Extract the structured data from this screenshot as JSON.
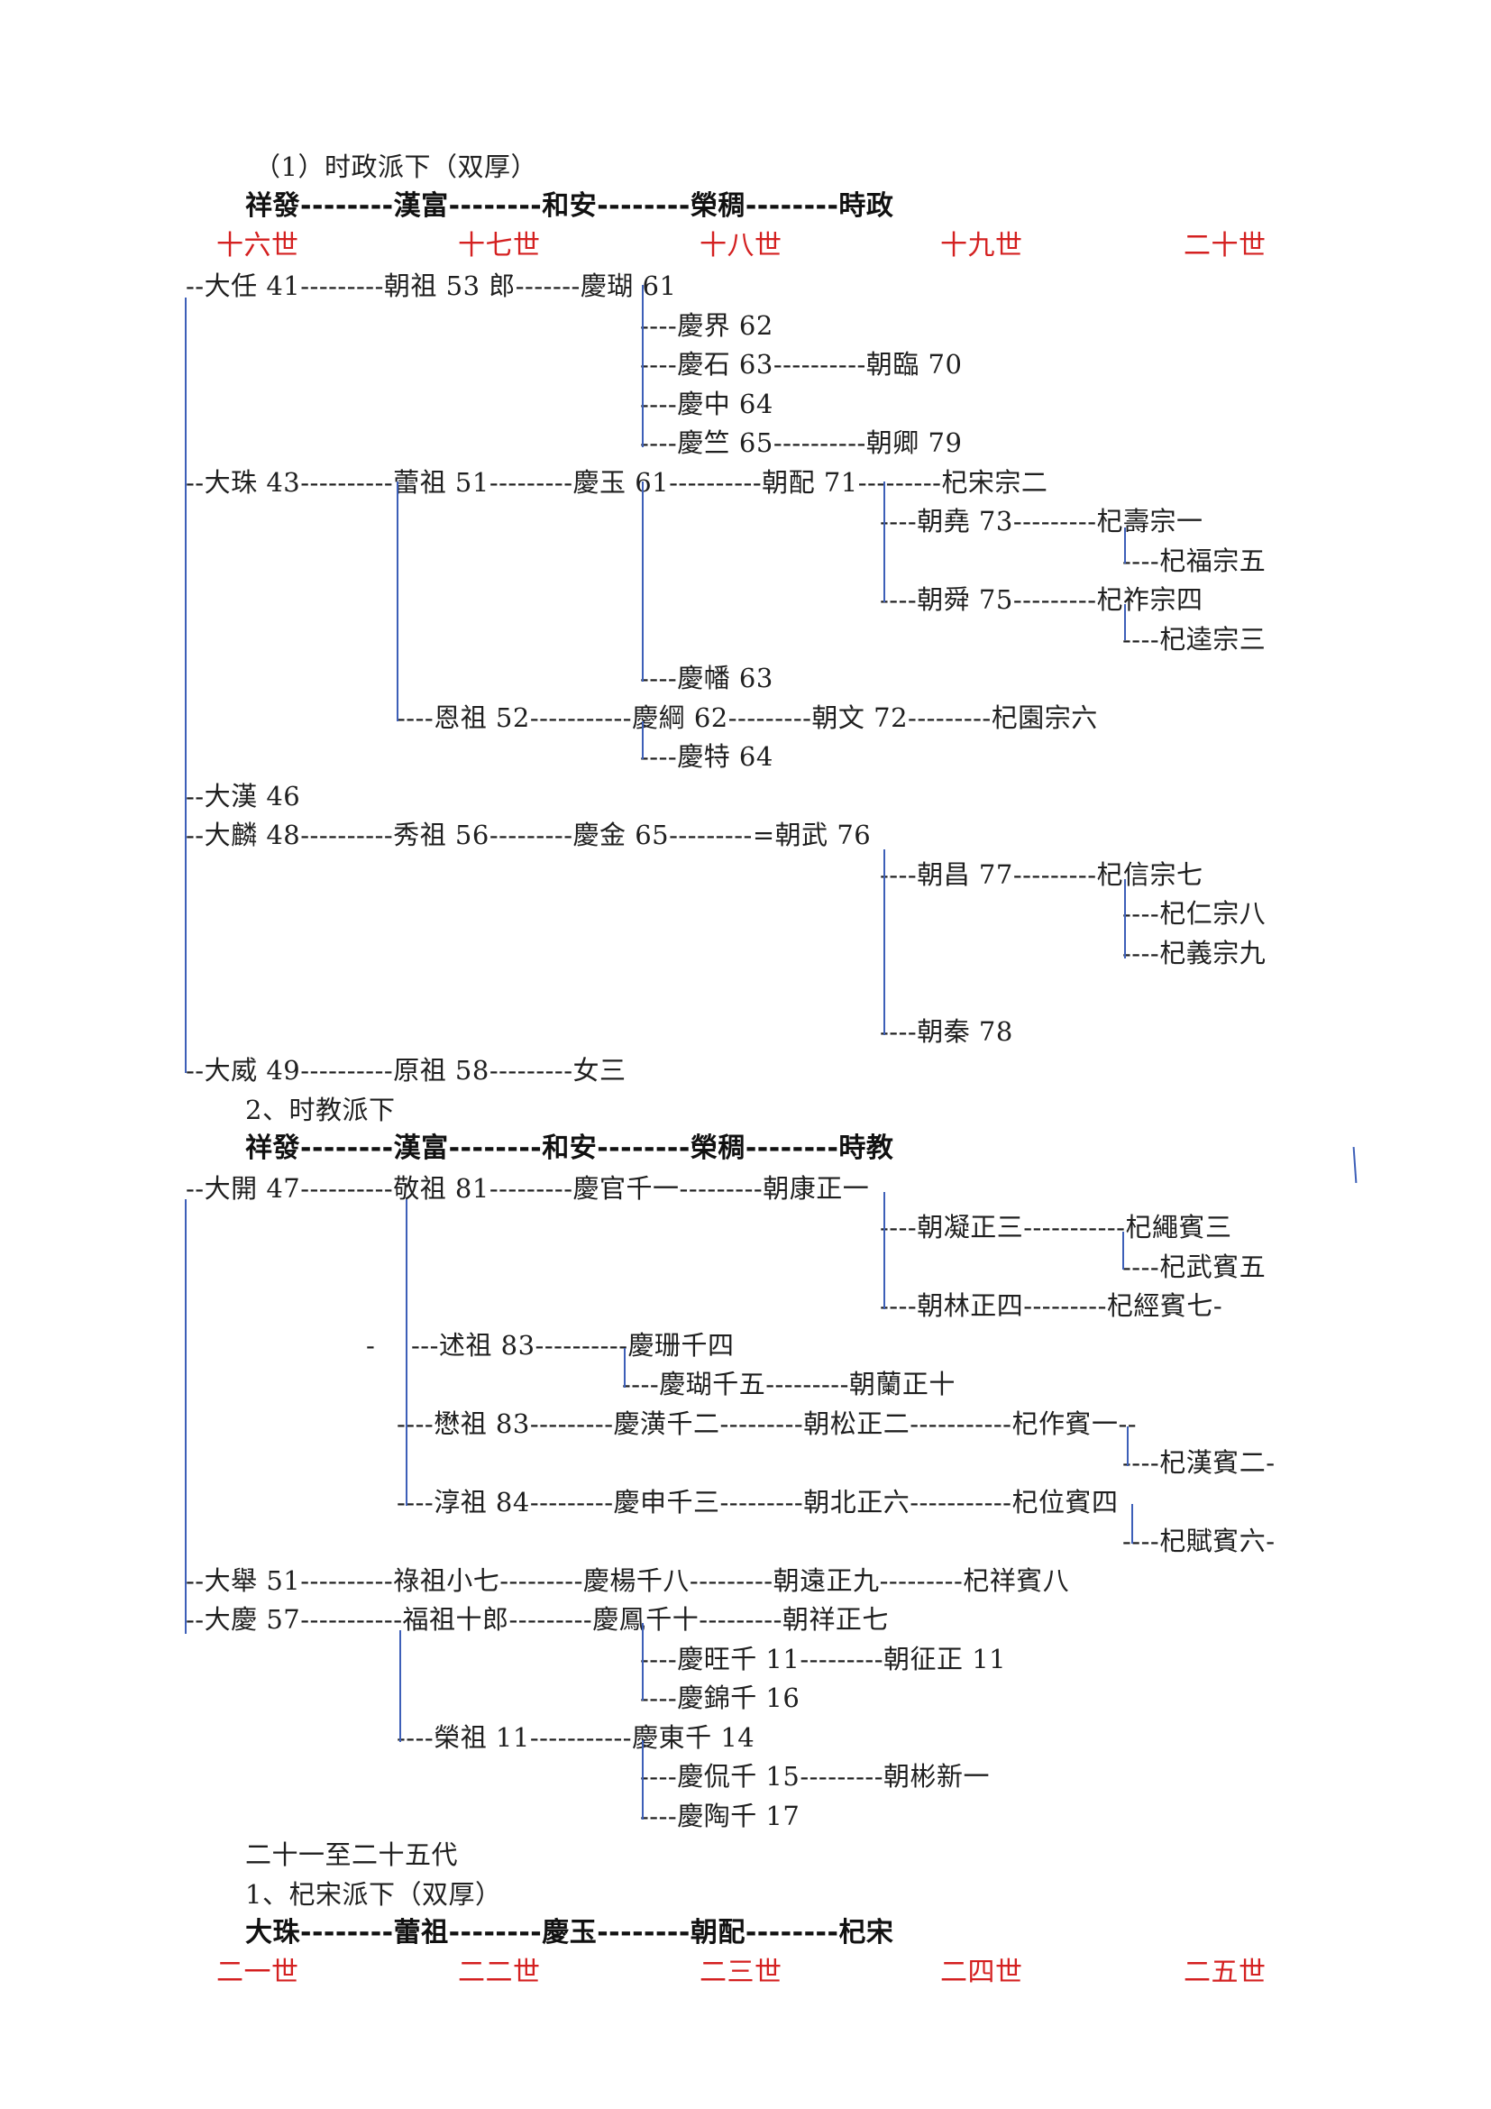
{
  "sec1": {
    "title": "（1）时政派下（双厚）",
    "header": "祥發--------漢富--------和安--------榮稠--------時政",
    "gens": [
      "十六世",
      "十七世",
      "十八世",
      "十九世",
      "二十世"
    ],
    "rows": [
      [
        "--大任 41---------朝祖 53 郎-------慶瑚 61"
      ],
      [
        "----慶界 62"
      ],
      [
        "----慶石 63----------朝臨 70"
      ],
      [
        "----慶中 64"
      ],
      [
        "----慶竺 65----------朝卿 79"
      ],
      [
        "--大珠 43----------蕾祖 51---------慶玉 61----------朝配 71---------杞宋宗二"
      ],
      [
        "----朝堯 73---------杞壽宗一"
      ],
      [
        "----杞福宗五"
      ],
      [
        "----朝舜 75---------杞祚宗四"
      ],
      [
        "----杞逵宗三"
      ],
      [
        "----慶幡 63"
      ],
      [
        "----恩祖 52-----------慶綱 62---------朝文 72---------杞園宗六"
      ],
      [
        "----慶特 64"
      ],
      [
        "--大漢 46"
      ],
      [
        "--大麟 48----------秀祖 56---------慶金 65---------=朝武 76"
      ],
      [
        "----朝昌 77---------杞信宗七"
      ],
      [
        "----杞仁宗八"
      ],
      [
        "----杞義宗九"
      ],
      [
        "----朝秦 78"
      ],
      [
        "--大威 49----------原祖 58---------女三"
      ]
    ]
  },
  "sec2": {
    "title": "2、时教派下",
    "header": "祥發--------漢富--------和安--------榮稠--------時教",
    "rows": [
      [
        "--大開 47----------敬祖 81---------慶官千一---------朝康正一"
      ],
      [
        "----朝凝正三-----------杞繩賓三"
      ],
      [
        "----杞武賓五"
      ],
      [
        "----朝林正四---------杞經賓七-"
      ],
      [
        "-",
        "---述祖 83----------慶珊千四"
      ],
      [
        "----慶瑚千五---------朝蘭正十"
      ],
      [
        "----懋祖 83---------慶潢千二---------朝松正二-----------杞作賓一--"
      ],
      [
        "----杞漢賓二-"
      ],
      [
        "----淳祖 84---------慶申千三---------朝北正六-----------杞位賓四"
      ],
      [
        "----杞賦賓六-"
      ],
      [
        "--大舉 51----------祿祖小七---------慶楊千八---------朝遠正九---------杞祥賓八"
      ],
      [
        "--大慶 57-----------福祖十郎---------慶鳳千十---------朝祥正七"
      ],
      [
        "----慶旺千 11---------朝征正 11"
      ],
      [
        "----慶錦千 16"
      ],
      [
        "----榮祖 11-----------慶東千 14"
      ],
      [
        "----慶侃千 15---------朝彬新一"
      ],
      [
        "----慶陶千 17"
      ]
    ]
  },
  "sec3": {
    "heading": "二十一至二十五代",
    "title": "1、杞宋派下（双厚）",
    "header": "大珠--------蕾祖--------慶玉--------朝配--------杞宋",
    "gens": [
      "二一世",
      "二二世",
      "二三世",
      "二四世",
      "二五世"
    ]
  }
}
